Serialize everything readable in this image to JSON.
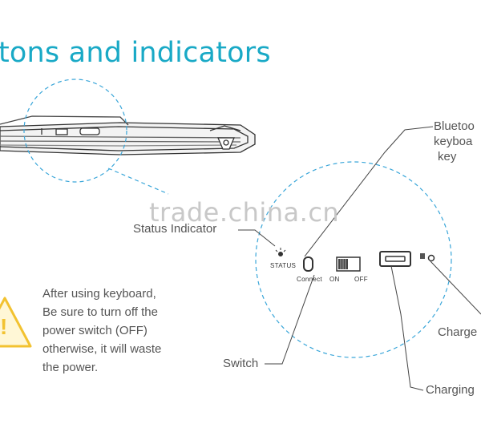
{
  "title": "tons and indicators",
  "watermark": "trade.china.cn",
  "labels": {
    "status_indicator": "Status Indicator",
    "bluetooth_line1": "Bluetoo",
    "bluetooth_line2": "keyboa",
    "bluetooth_line3": "key",
    "switch": "Switch",
    "charge": "Charge",
    "charging": "Charging",
    "status": "STATUS",
    "connect": "Connect",
    "on": "ON",
    "off": "OFF"
  },
  "warning": {
    "lines": [
      "After using keyboard,",
      "Be sure to turn off the",
      "power switch (OFF)",
      "otherwise, it will waste",
      "the power."
    ],
    "icon_symbol": "!"
  },
  "colors": {
    "accent": "#19a9c6",
    "warning": "#f2c230",
    "dashed": "#3aa6d9"
  }
}
